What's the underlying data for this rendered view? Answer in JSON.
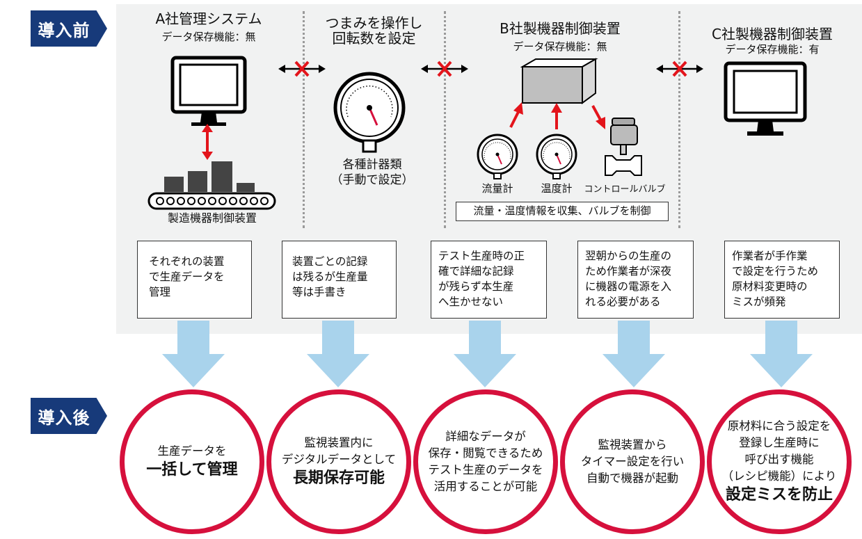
{
  "labels": {
    "before": "導入前",
    "after": "導入後"
  },
  "before": {
    "columns": [
      {
        "title": "A社管理システム",
        "subtitle": "データ保存機能：無",
        "device_caption": "製造機器制御装置"
      },
      {
        "title": "つまみを操作し\n回転数を設定",
        "device_caption": "各種計器類\n（手動で設定）"
      },
      {
        "title": "B社製機器制御装置",
        "subtitle": "データ保存機能：無",
        "sensors": [
          "流量計",
          "温度計",
          "コントロールバルブ"
        ],
        "info_box": "流量・温度情報を収集、バルブを制御"
      },
      {
        "title": "C社製機器制御装置",
        "subtitle": "データ保存機能：有"
      }
    ],
    "problems": [
      "それぞれの装置\nで生産データを\n管理",
      "装置ごとの記録\nは残るが生産量\n等は手書き",
      "テスト生産時の正\n確で詳細な記録\nが残らず本生産\nへ生かせない",
      "翌朝からの生産の\nため作業者が深夜\nに機器の電源を入\nれる必要がある",
      "作業者が手作業\nで設定を行うため\n原材料変更時の\nミスが頻発"
    ]
  },
  "after": {
    "results": [
      {
        "lines": [
          {
            "t": "生産データを",
            "b": false
          },
          {
            "t": "一括して管理",
            "b": true
          }
        ]
      },
      {
        "lines": [
          {
            "t": "監視装置内に",
            "b": false
          },
          {
            "t": "デジタルデータとして",
            "b": false
          },
          {
            "t": "長期保存可能",
            "b": true
          }
        ]
      },
      {
        "lines": [
          {
            "t": "詳細なデータが",
            "b": false
          },
          {
            "t": "保存・閲覧できるため",
            "b": false
          },
          {
            "t": "テスト生産のデータを",
            "b": false
          },
          {
            "t": "活用することが可能",
            "b": false
          }
        ]
      },
      {
        "lines": [
          {
            "t": "監視装置から",
            "b": false
          },
          {
            "t": "タイマー設定を行い",
            "b": false
          },
          {
            "t": "自動で機器が起動",
            "b": false
          }
        ]
      },
      {
        "lines": [
          {
            "t": "原材料に合う設定を",
            "b": false
          },
          {
            "t": "登録し生産時に",
            "b": false
          },
          {
            "t": "呼び出す機能",
            "b": false
          },
          {
            "t": "（レシピ機能）により",
            "b": false
          },
          {
            "t": "設定ミスを防止",
            "b": true
          }
        ]
      }
    ]
  },
  "colors": {
    "navy": "#173a7a",
    "red": "#d6103c",
    "light_blue": "#a9d3ec",
    "panel_gray": "#f1f2f2"
  }
}
